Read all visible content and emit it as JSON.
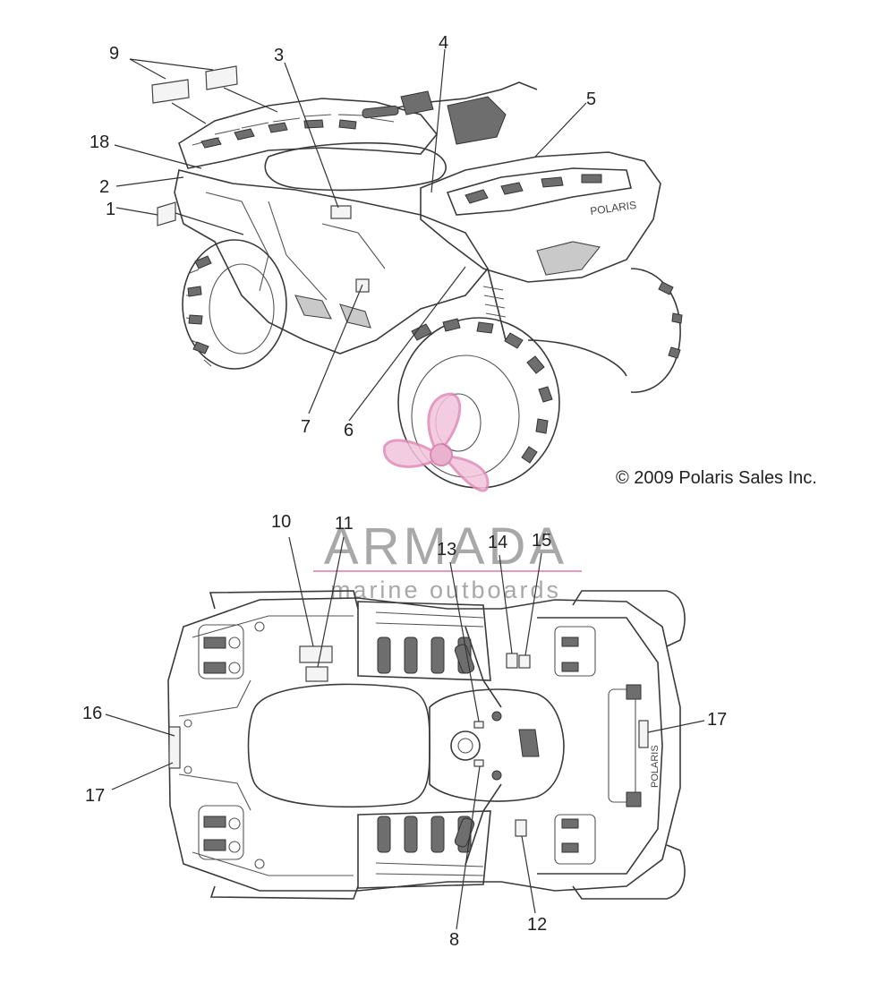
{
  "copyright": "© 2009 Polaris Sales Inc.",
  "watermark": {
    "title": "ARMADA",
    "subtitle": "marine outboards"
  },
  "callouts": {
    "c1": "1",
    "c2": "2",
    "c3": "3",
    "c4": "4",
    "c5": "5",
    "c6": "6",
    "c7": "7",
    "c8": "8",
    "c9": "9",
    "c10": "10",
    "c11": "11",
    "c12": "12",
    "c13": "13",
    "c14": "14",
    "c15": "15",
    "c16": "16",
    "c17a": "17",
    "c17b": "17",
    "c18": "18"
  },
  "colors": {
    "line": "#3a3a3a",
    "watermark_pink": "#e8a5c8",
    "watermark_text": "#9a9a9a"
  }
}
